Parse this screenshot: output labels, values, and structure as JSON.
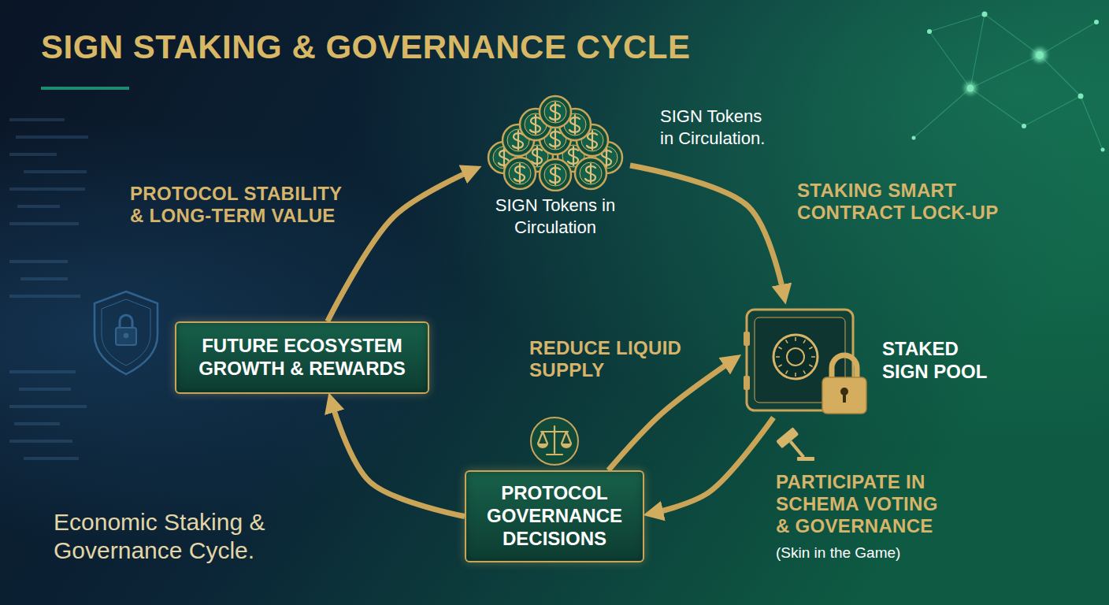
{
  "diagram": {
    "title": "SIGN STAKING & GOVERNANCE CYCLE",
    "caption": "Economic Staking & Governance Cycle.",
    "nodes": [
      {
        "text": [
          "SIGN Tokens in Circulation"
        ]
      },
      {
        "text": [
          "STAKED SIGN POOL"
        ]
      },
      {
        "text": [
          "PROTOCOL GOVERNANCE DECISIONS"
        ]
      },
      {
        "text": [
          "FUTURE ECOSYSTEM GROWTH & REWARDS"
        ]
      }
    ],
    "edges": [
      {
        "from": 0,
        "to": 1,
        "arrow": "to",
        "label": "STAKING SMART CONTRACT LOCK-UP"
      },
      {
        "from": 1,
        "to": 2,
        "arrow": "to",
        "label": "PARTICIPATE IN SCHEMA VOTING & GOVERNANCE"
      },
      {
        "from": 2,
        "to": 1,
        "arrow": "to",
        "label": "REDUCE LIQUID SUPPLY"
      },
      {
        "from": 2,
        "to": 3,
        "arrow": "to"
      },
      {
        "from": 3,
        "to": 0,
        "arrow": "to",
        "label": "PROTOCOL STABILITY & LONG-TERM VALUE"
      }
    ],
    "labels": [
      "SIGN Tokens in Circulation.",
      "(Skin in the Game)"
    ]
  }
}
